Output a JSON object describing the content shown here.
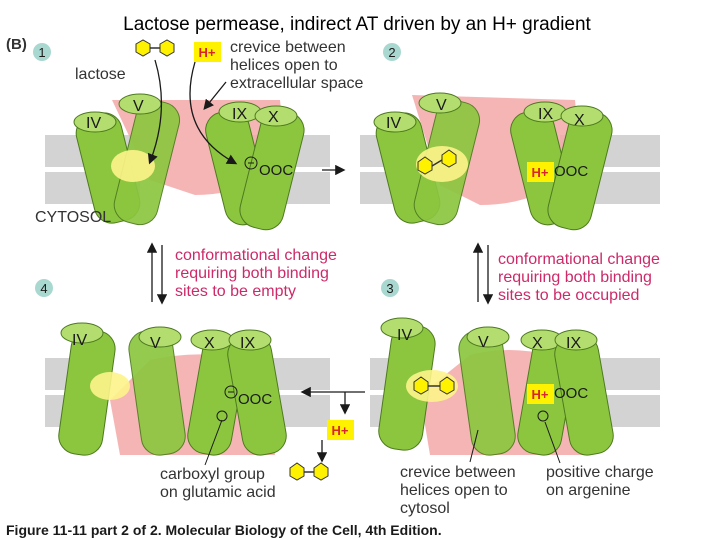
{
  "title": "Lactose permease, indirect AT driven by an H+ gradient",
  "panel_tag": "(B)",
  "steps": [
    "1",
    "2",
    "3",
    "4"
  ],
  "helices": [
    "IV",
    "V",
    "IX",
    "X"
  ],
  "labels": {
    "lactose": "lactose",
    "h_plus": "H+",
    "ooc": "OOC",
    "cytosol": "CYTOSOL",
    "crevice_extracellular": [
      "crevice between",
      "helices open to",
      "extracellular space"
    ],
    "conf_empty": [
      "conformational change",
      "requiring both binding",
      "sites to be empty"
    ],
    "conf_occupied": [
      "conformational change",
      "requiring both binding",
      "sites to be occupied"
    ],
    "carboxyl": [
      "carboxyl group",
      "on glutamic acid"
    ],
    "crevice_cytosol": [
      "crevice between",
      "helices open to",
      "cytosol"
    ],
    "positive_charge": [
      "positive charge",
      "on argenine"
    ]
  },
  "caption": "Figure 11-11 part 2 of 2. Molecular Biology of the Cell, 4th Edition.",
  "colors": {
    "helix_green": "#8cc63f",
    "helix_dark": "#4d7a1f",
    "crevice_pink": "#f4a8a8",
    "site_yellow": "#fdf48a",
    "label_pink": "#cc2a68",
    "membrane_gray": "#d3d3d3",
    "h_plus_box": "#fff200"
  }
}
